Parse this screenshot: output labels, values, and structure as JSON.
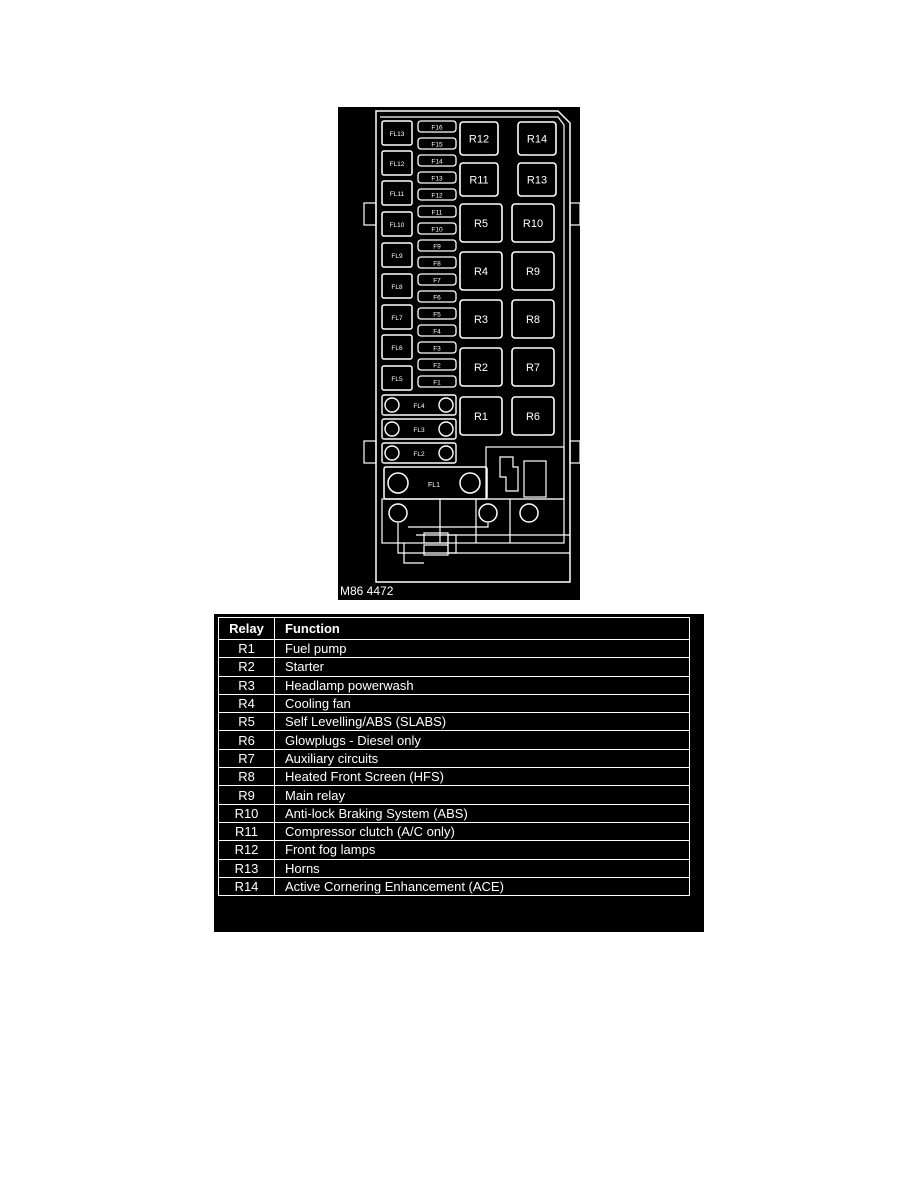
{
  "diagram": {
    "label": "M86 4472",
    "relays_large": [
      {
        "id": "R12",
        "text": "R12"
      },
      {
        "id": "R14",
        "text": "R14"
      },
      {
        "id": "R11",
        "text": "R11"
      },
      {
        "id": "R13",
        "text": "R13"
      },
      {
        "id": "R5",
        "text": "R5"
      },
      {
        "id": "R10",
        "text": "R10"
      },
      {
        "id": "R4",
        "text": "R4"
      },
      {
        "id": "R9",
        "text": "R9"
      },
      {
        "id": "R3",
        "text": "R3"
      },
      {
        "id": "R8",
        "text": "R8"
      },
      {
        "id": "R2",
        "text": "R2"
      },
      {
        "id": "R7",
        "text": "R7"
      },
      {
        "id": "R1",
        "text": "R1"
      },
      {
        "id": "R6",
        "text": "R6"
      }
    ],
    "fusible_links_left": [
      "FL13",
      "FL12",
      "FL11",
      "FL10",
      "FL9",
      "FL8",
      "FL7",
      "FL6",
      "FL5"
    ],
    "fuses": [
      "F16",
      "F15",
      "F14",
      "F13",
      "F12",
      "F11",
      "F10",
      "F9",
      "F8",
      "F7",
      "F6",
      "F5",
      "F4",
      "F3",
      "F2",
      "F1"
    ],
    "fusible_links_round": [
      "FL4",
      "FL3",
      "FL2"
    ],
    "fusible_link_main": "FL1"
  },
  "table": {
    "headers": {
      "relay": "Relay",
      "function": "Function"
    },
    "rows": [
      {
        "relay": "R1",
        "function": "Fuel pump"
      },
      {
        "relay": "R2",
        "function": "Starter"
      },
      {
        "relay": "R3",
        "function": "Headlamp powerwash"
      },
      {
        "relay": "R4",
        "function": "Cooling fan"
      },
      {
        "relay": "R5",
        "function": "Self Levelling/ABS (SLABS)"
      },
      {
        "relay": "R6",
        "function": "Glowplugs - Diesel only"
      },
      {
        "relay": "R7",
        "function": "Auxiliary circuits"
      },
      {
        "relay": "R8",
        "function": "Heated Front Screen (HFS)"
      },
      {
        "relay": "R9",
        "function": "Main relay"
      },
      {
        "relay": "R10",
        "function": "Anti-lock Braking System (ABS)"
      },
      {
        "relay": "R11",
        "function": "Compressor clutch (A/C only)"
      },
      {
        "relay": "R12",
        "function": "Front fog lamps"
      },
      {
        "relay": "R13",
        "function": "Horns"
      },
      {
        "relay": "R14",
        "function": "Active Cornering Enhancement (ACE)"
      }
    ]
  }
}
